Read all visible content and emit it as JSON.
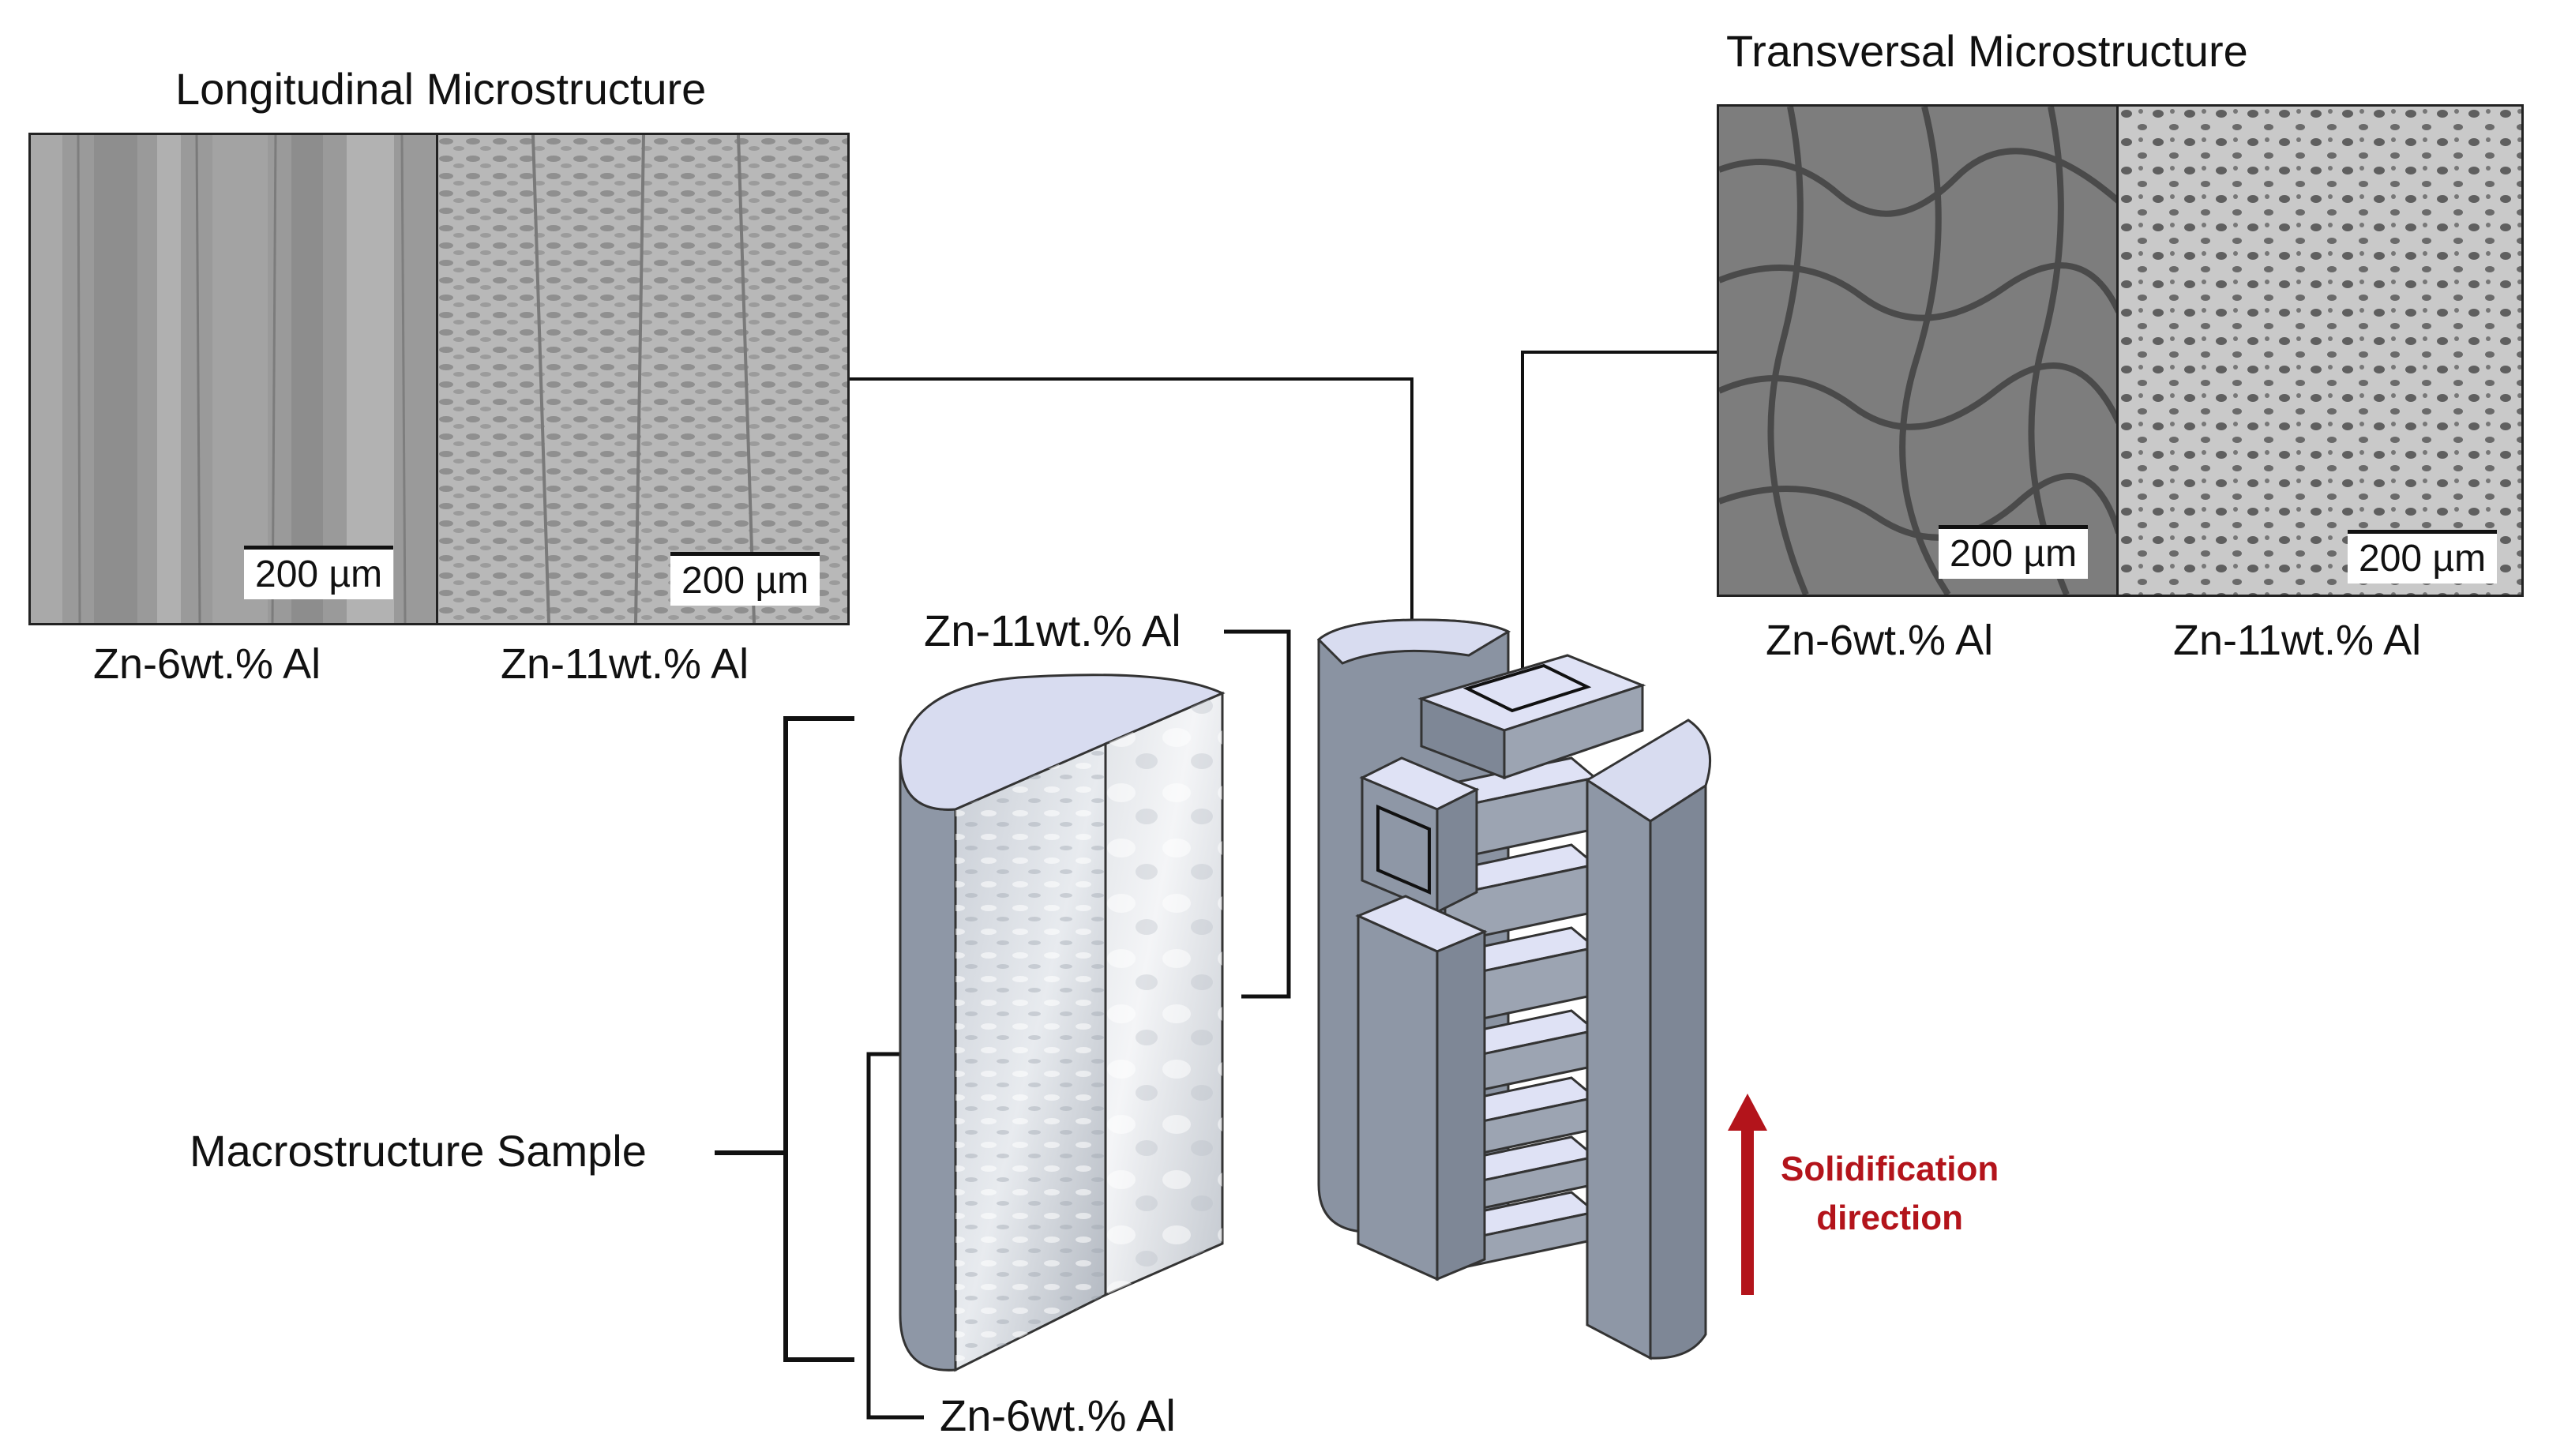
{
  "longitudinal": {
    "title": "Longitudinal Microstructure",
    "panels": [
      {
        "caption": "Zn-6wt.% Al",
        "scale": "200 µm"
      },
      {
        "caption": "Zn-11wt.% Al",
        "scale": "200 µm"
      }
    ]
  },
  "transversal": {
    "title": "Transversal Microstructure",
    "panels": [
      {
        "caption": "Zn-6wt.% Al",
        "scale": "200 µm"
      },
      {
        "caption": "Zn-11wt.% Al",
        "scale": "200 µm"
      }
    ]
  },
  "sample": {
    "top_label": "Zn-11wt.% Al",
    "bottom_label": "Zn-6wt.% Al",
    "macro_label": "Macrostructure Sample"
  },
  "solidification": {
    "line1": "Solidification",
    "line2": "direction",
    "color": "#b3141b"
  }
}
